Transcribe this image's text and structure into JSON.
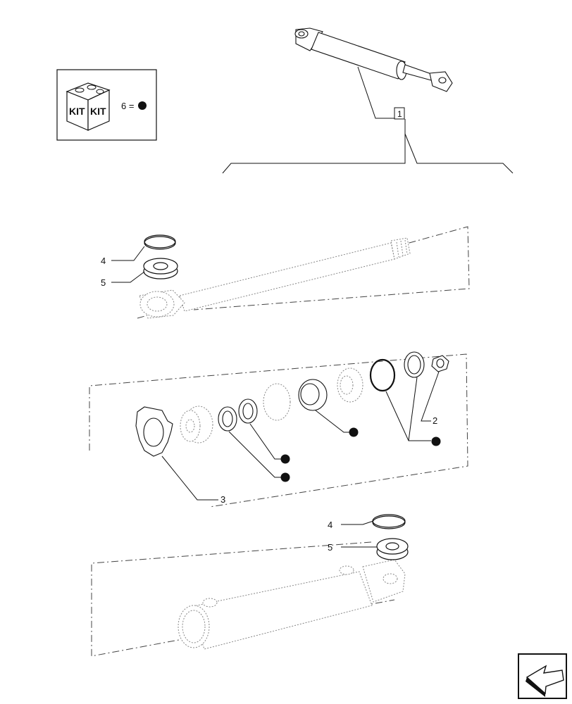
{
  "kit_legend": {
    "kit_word_left": "KIT",
    "kit_word_right": "KIT",
    "equation": "6 ="
  },
  "assembly_ref": "1",
  "callouts": {
    "c4_top": "4",
    "c5_top": "5",
    "c2": "2",
    "c3": "3",
    "c4_bottom": "4",
    "c5_bottom": "5"
  },
  "nav_icon": "next-page-arrow-icon"
}
